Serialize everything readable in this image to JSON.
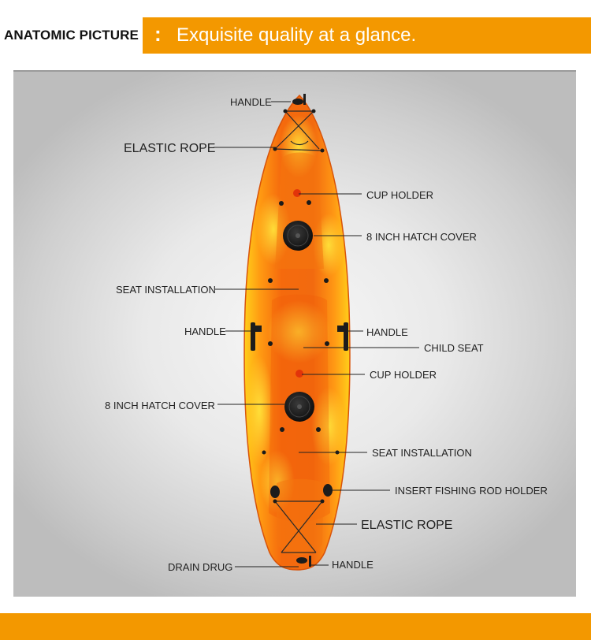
{
  "header": {
    "tab_label": "ANATOMIC PICTURE",
    "separator": ":",
    "title": "Exquisite quality at a glance."
  },
  "labels": {
    "handle_top": "HANDLE",
    "elastic_rope_top": "ELASTIC ROPE",
    "cup_holder_top": "CUP HOLDER",
    "hatch_cover_top": "8 INCH HATCH COVER",
    "seat_installation_top": "SEAT INSTALLATION",
    "handle_left": "HANDLE",
    "handle_right": "HANDLE",
    "child_seat": "CHILD SEAT",
    "cup_holder_mid": "CUP HOLDER",
    "hatch_cover_bottom": "8 INCH HATCH COVER",
    "seat_installation_bottom": "SEAT INSTALLATION",
    "fishing_rod_holder": "INSERT FISHING ROD HOLDER",
    "elastic_rope_bottom": "ELASTIC ROPE",
    "drain_drug": "DRAIN DRUG",
    "handle_bottom": "HANDLE"
  },
  "colors": {
    "accent": "#f39800",
    "kayak_orange": "#f26a0f",
    "kayak_yellow": "#ffd21c",
    "hatch": "#1c1c1c"
  }
}
